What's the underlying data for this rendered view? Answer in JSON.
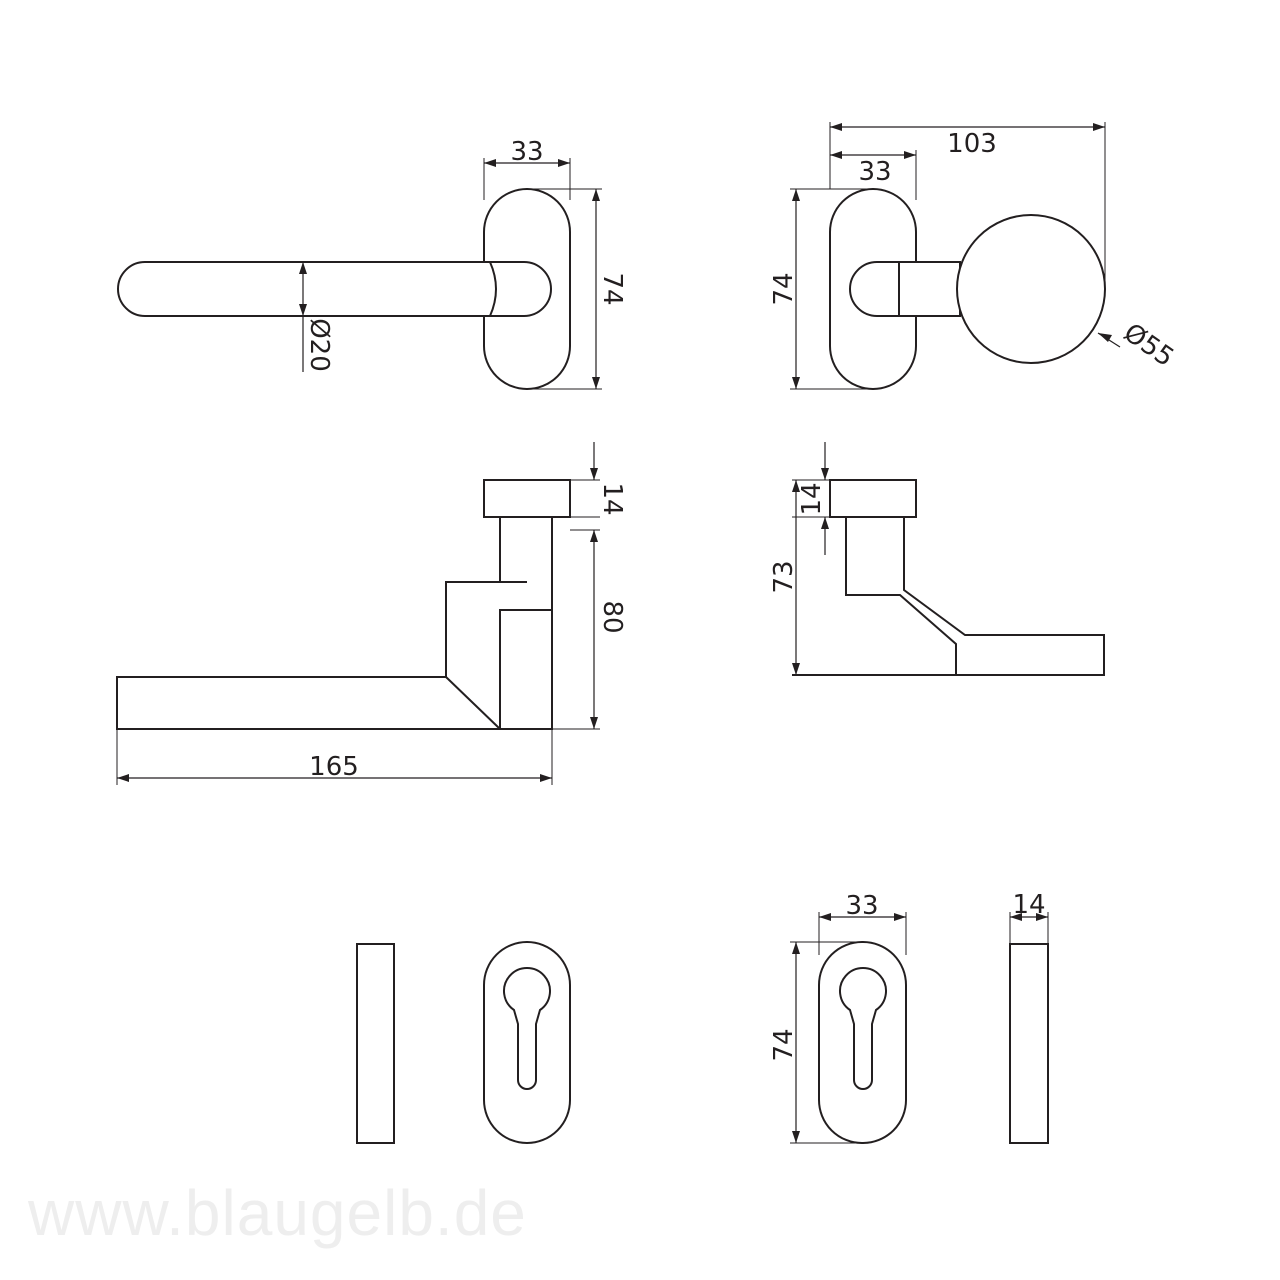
{
  "dimensions": {
    "lever_rose_width": "33",
    "lever_rose_height": "74",
    "lever_diameter": "Ø20",
    "knob_total_width": "103",
    "knob_rose_width": "33",
    "knob_rose_height": "74",
    "knob_diameter": "Ø55",
    "lever_side_rose_thickness": "14",
    "lever_side_height": "80",
    "lever_side_length": "165",
    "knob_side_rose_thickness": "14",
    "knob_side_height": "73",
    "escutcheon_width": "33",
    "escutcheon_height": "74",
    "escutcheon_thickness": "14"
  },
  "watermark": "www.blaugelb.de"
}
